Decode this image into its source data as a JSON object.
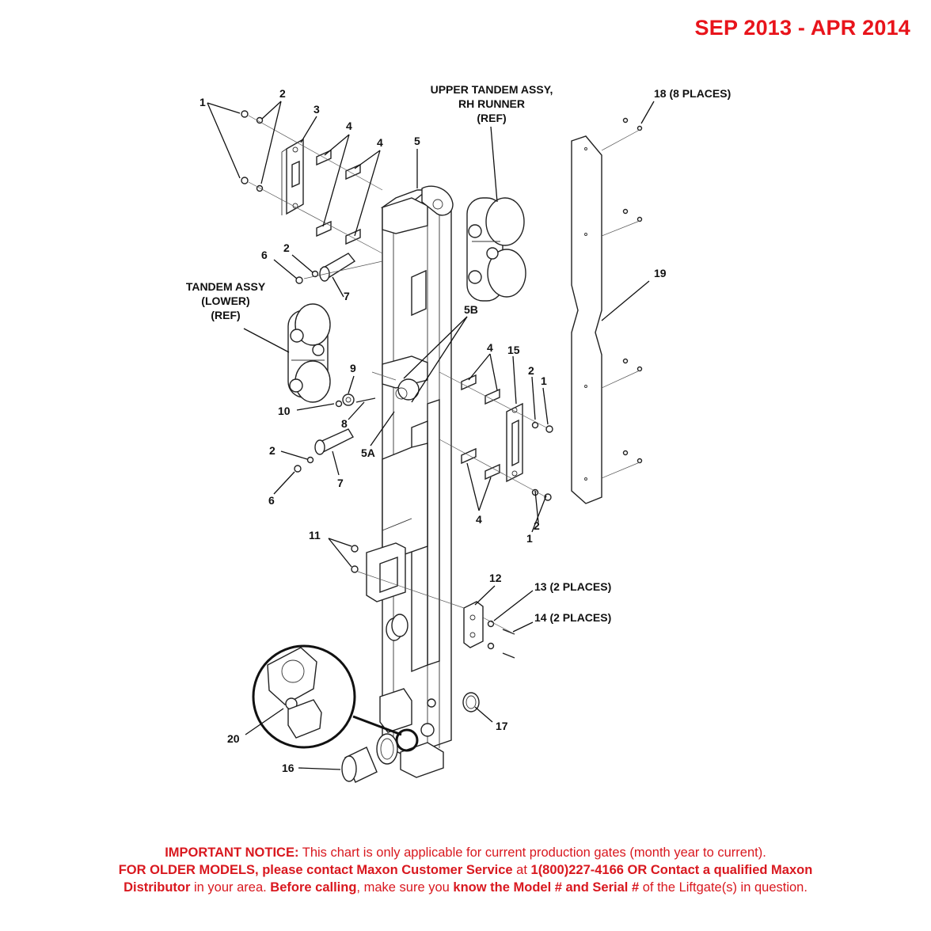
{
  "header": {
    "date_range": "SEP 2013 - APR 2014"
  },
  "callouts": {
    "c1": "1",
    "c2": "2",
    "c3": "3",
    "c4": "4",
    "c5": "5",
    "c5a": "5A",
    "c5b": "5B",
    "c6": "6",
    "c7": "7",
    "c8": "8",
    "c9": "9",
    "c10": "10",
    "c11": "11",
    "c12": "12",
    "c13": "13 (2 PLACES)",
    "c14": "14 (2 PLACES)",
    "c15": "15",
    "c16": "16",
    "c17": "17",
    "c18": "18 (8 PLACES)",
    "c19": "19",
    "c20": "20",
    "upper_tandem": [
      "UPPER TANDEM ASSY,",
      "RH RUNNER",
      "(REF)"
    ],
    "lower_tandem": [
      "TANDEM ASSY",
      "(LOWER)",
      "(REF)"
    ]
  },
  "notice": {
    "l1_bold": "IMPORTANT NOTICE:",
    "l1_rest": " This chart is only applicable for current production gates (month year to current).",
    "l2_bold": "FOR OLDER MODELS, please contact Maxon Customer Service",
    "l2_mid": " at ",
    "l2_bold2": "1(800)227-4166 OR Contact a qualified Maxon",
    "l3_bold": "Distributor",
    "l3_mid": " in your area. ",
    "l3_bold2": "Before calling",
    "l3_mid2": ", make sure you ",
    "l3_bold3": "know the Model # and Serial #",
    "l3_rest": " of the Liftgate(s) in question."
  }
}
